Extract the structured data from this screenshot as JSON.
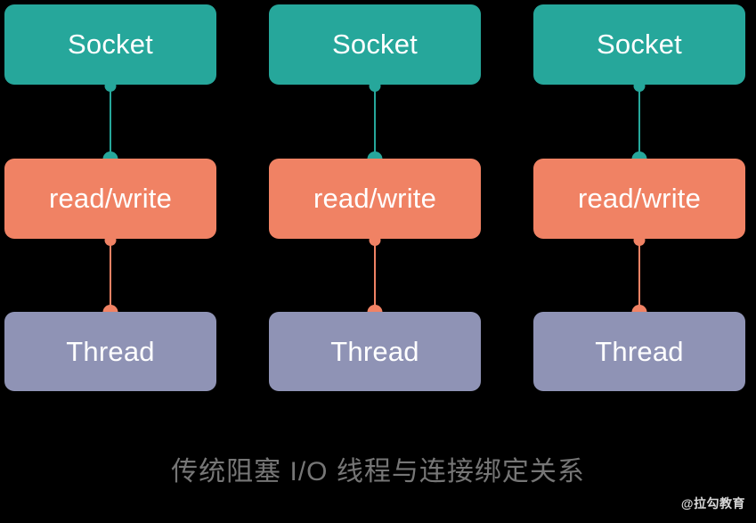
{
  "diagram": {
    "background_color": "#000000",
    "caption": "传统阻塞 I/O 线程与连接绑定关系",
    "caption_color": "#767676",
    "watermark": "@拉勾教育",
    "watermark_color": "#d8d8d8",
    "colors": {
      "socket": "#26a79b",
      "read_write": "#f08264",
      "thread": "#8f93b5",
      "node_label": "#ffffff"
    },
    "rows": [
      {
        "key": "socket",
        "label": "Socket",
        "color": "#26a79b"
      },
      {
        "key": "read_write",
        "label": "read/write",
        "color": "#f08264"
      },
      {
        "key": "thread",
        "label": "Thread",
        "color": "#8f93b5"
      }
    ],
    "columns": [
      {
        "index": 1,
        "socket_label": "Socket",
        "read_write_label": "read/write",
        "thread_label": "Thread",
        "edge_socket_to_rw": "teal",
        "edge_rw_to_thread": "orange"
      },
      {
        "index": 2,
        "socket_label": "Socket",
        "read_write_label": "read/write",
        "thread_label": "Thread",
        "edge_socket_to_rw": "teal",
        "edge_rw_to_thread": "orange"
      },
      {
        "index": 3,
        "socket_label": "Socket",
        "read_write_label": "read/write",
        "thread_label": "Thread",
        "edge_socket_to_rw": "teal",
        "edge_rw_to_thread": "orange"
      }
    ]
  }
}
